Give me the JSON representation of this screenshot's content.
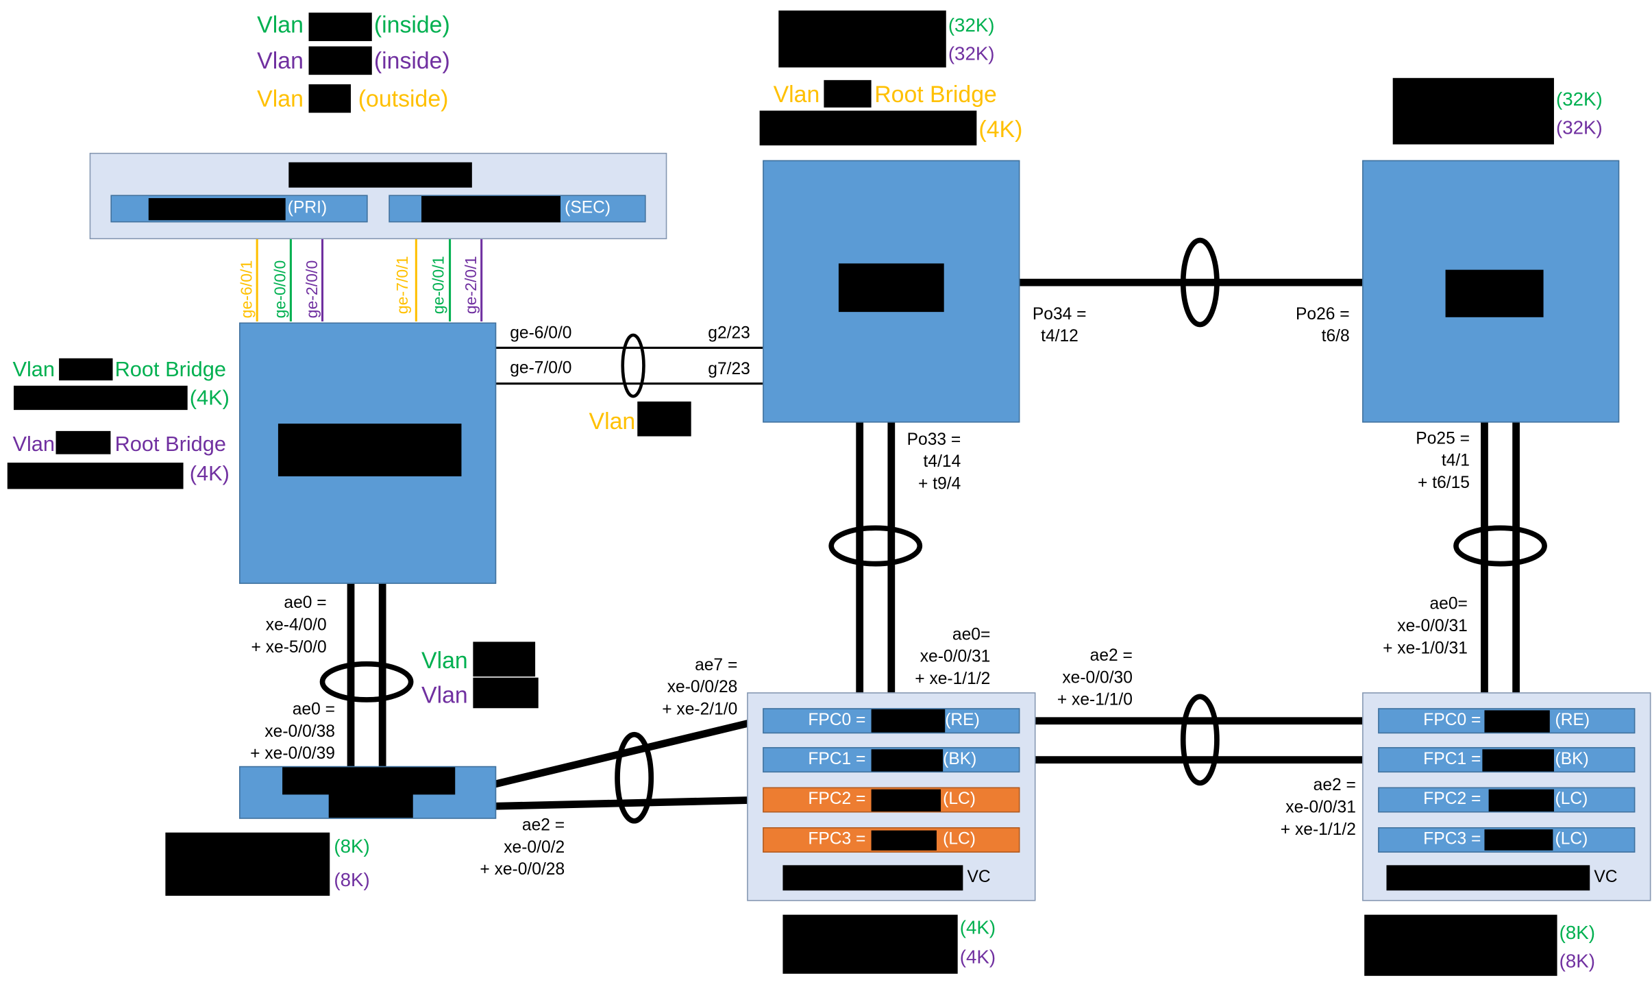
{
  "legend": {
    "vlan_word": "Vlan",
    "inside_green": "(inside)",
    "inside_purple": "(inside)",
    "outside": "(outside)"
  },
  "colors": {
    "green": "#00b050",
    "purple": "#7030a0",
    "yellow": "#ffc000",
    "device_blue": "#5b9bd5",
    "fpc_orange": "#ed7d31",
    "pale_blue": "#dae3f3"
  },
  "firewall": {
    "pri_suffix": "(PRI)",
    "sec_suffix": "(SEC)"
  },
  "fw_ports": [
    "ge-6/0/1",
    "ge-0/0/0",
    "ge-2/0/0",
    "ge-7/0/1",
    "ge-0/0/1",
    "ge-2/0/1"
  ],
  "left_switch": {
    "vlan_word_green": "Vlan",
    "root_bridge_green": "Root Bridge",
    "priority_green": "(4K)",
    "vlan_word_purple": "Vlan",
    "root_bridge_purple": "Root Bridge",
    "priority_purple": "(4K)",
    "link_top_left": "ge-6/0/0",
    "link_bottom_left": "ge-7/0/0",
    "link_top_right": "g2/23",
    "link_bottom_right": "g7/23",
    "link_vlan": "Vlan",
    "ae0_lines": [
      "ae0 =",
      "xe-4/0/0",
      "+ xe-5/0/0"
    ]
  },
  "center_top": {
    "prio_green": "(32K)",
    "prio_purple": "(32K)",
    "vlan_word": "Vlan",
    "root_bridge": "Root Bridge",
    "prio_yellow": "(4K)",
    "po34": [
      "Po34 =",
      "t4/12"
    ],
    "po33": [
      "Po33 =",
      "t4/14",
      "+ t9/4"
    ]
  },
  "right_top": {
    "prio_green": "(32K)",
    "prio_purple": "(32K)",
    "po26": [
      "Po26 =",
      "t6/8"
    ],
    "po25": [
      "Po25 =",
      "t4/1",
      "+ t6/15"
    ]
  },
  "mid_vlans": {
    "green": "Vlan",
    "purple": "Vlan"
  },
  "bottom_left": {
    "ae0_lines": [
      "ae0 =",
      "xe-0/0/38",
      "+ xe-0/0/39"
    ],
    "prio_green": "(8K)",
    "prio_purple": "(8K)",
    "ae2_lines": [
      "ae2 =",
      "xe-0/0/2",
      "+ xe-0/0/28"
    ]
  },
  "center_vc": {
    "ae7_lines": [
      "ae7 =",
      "xe-0/0/28",
      "+ xe-2/1/0"
    ],
    "ae0_lines": [
      "ae0=",
      "xe-0/0/31",
      "+ xe-1/1/2"
    ],
    "ae2_lines": [
      "ae2 =",
      "xe-0/0/30",
      "+ xe-1/1/0"
    ],
    "fpcs": [
      {
        "name": "FPC0 =",
        "role": "(RE)"
      },
      {
        "name": "FPC1 =",
        "role": "(BK)"
      },
      {
        "name": "FPC2 =",
        "role": "(LC)"
      },
      {
        "name": "FPC3 =",
        "role": "(LC)"
      }
    ],
    "vc": "VC",
    "prio_green": "(4K)",
    "prio_purple": "(4K)"
  },
  "right_vc": {
    "ae0_lines": [
      "ae0=",
      "xe-0/0/31",
      "+ xe-1/0/31"
    ],
    "ae2_lines": [
      "ae2 =",
      "xe-0/0/31",
      "+ xe-1/1/2"
    ],
    "fpcs": [
      {
        "name": "FPC0 =",
        "role": "(RE)"
      },
      {
        "name": "FPC1 =",
        "role": "(BK)"
      },
      {
        "name": "FPC2 =",
        "role": "(LC)"
      },
      {
        "name": "FPC3 =",
        "role": "(LC)"
      }
    ],
    "vc": "VC",
    "prio_green": "(8K)",
    "prio_purple": "(8K)"
  }
}
